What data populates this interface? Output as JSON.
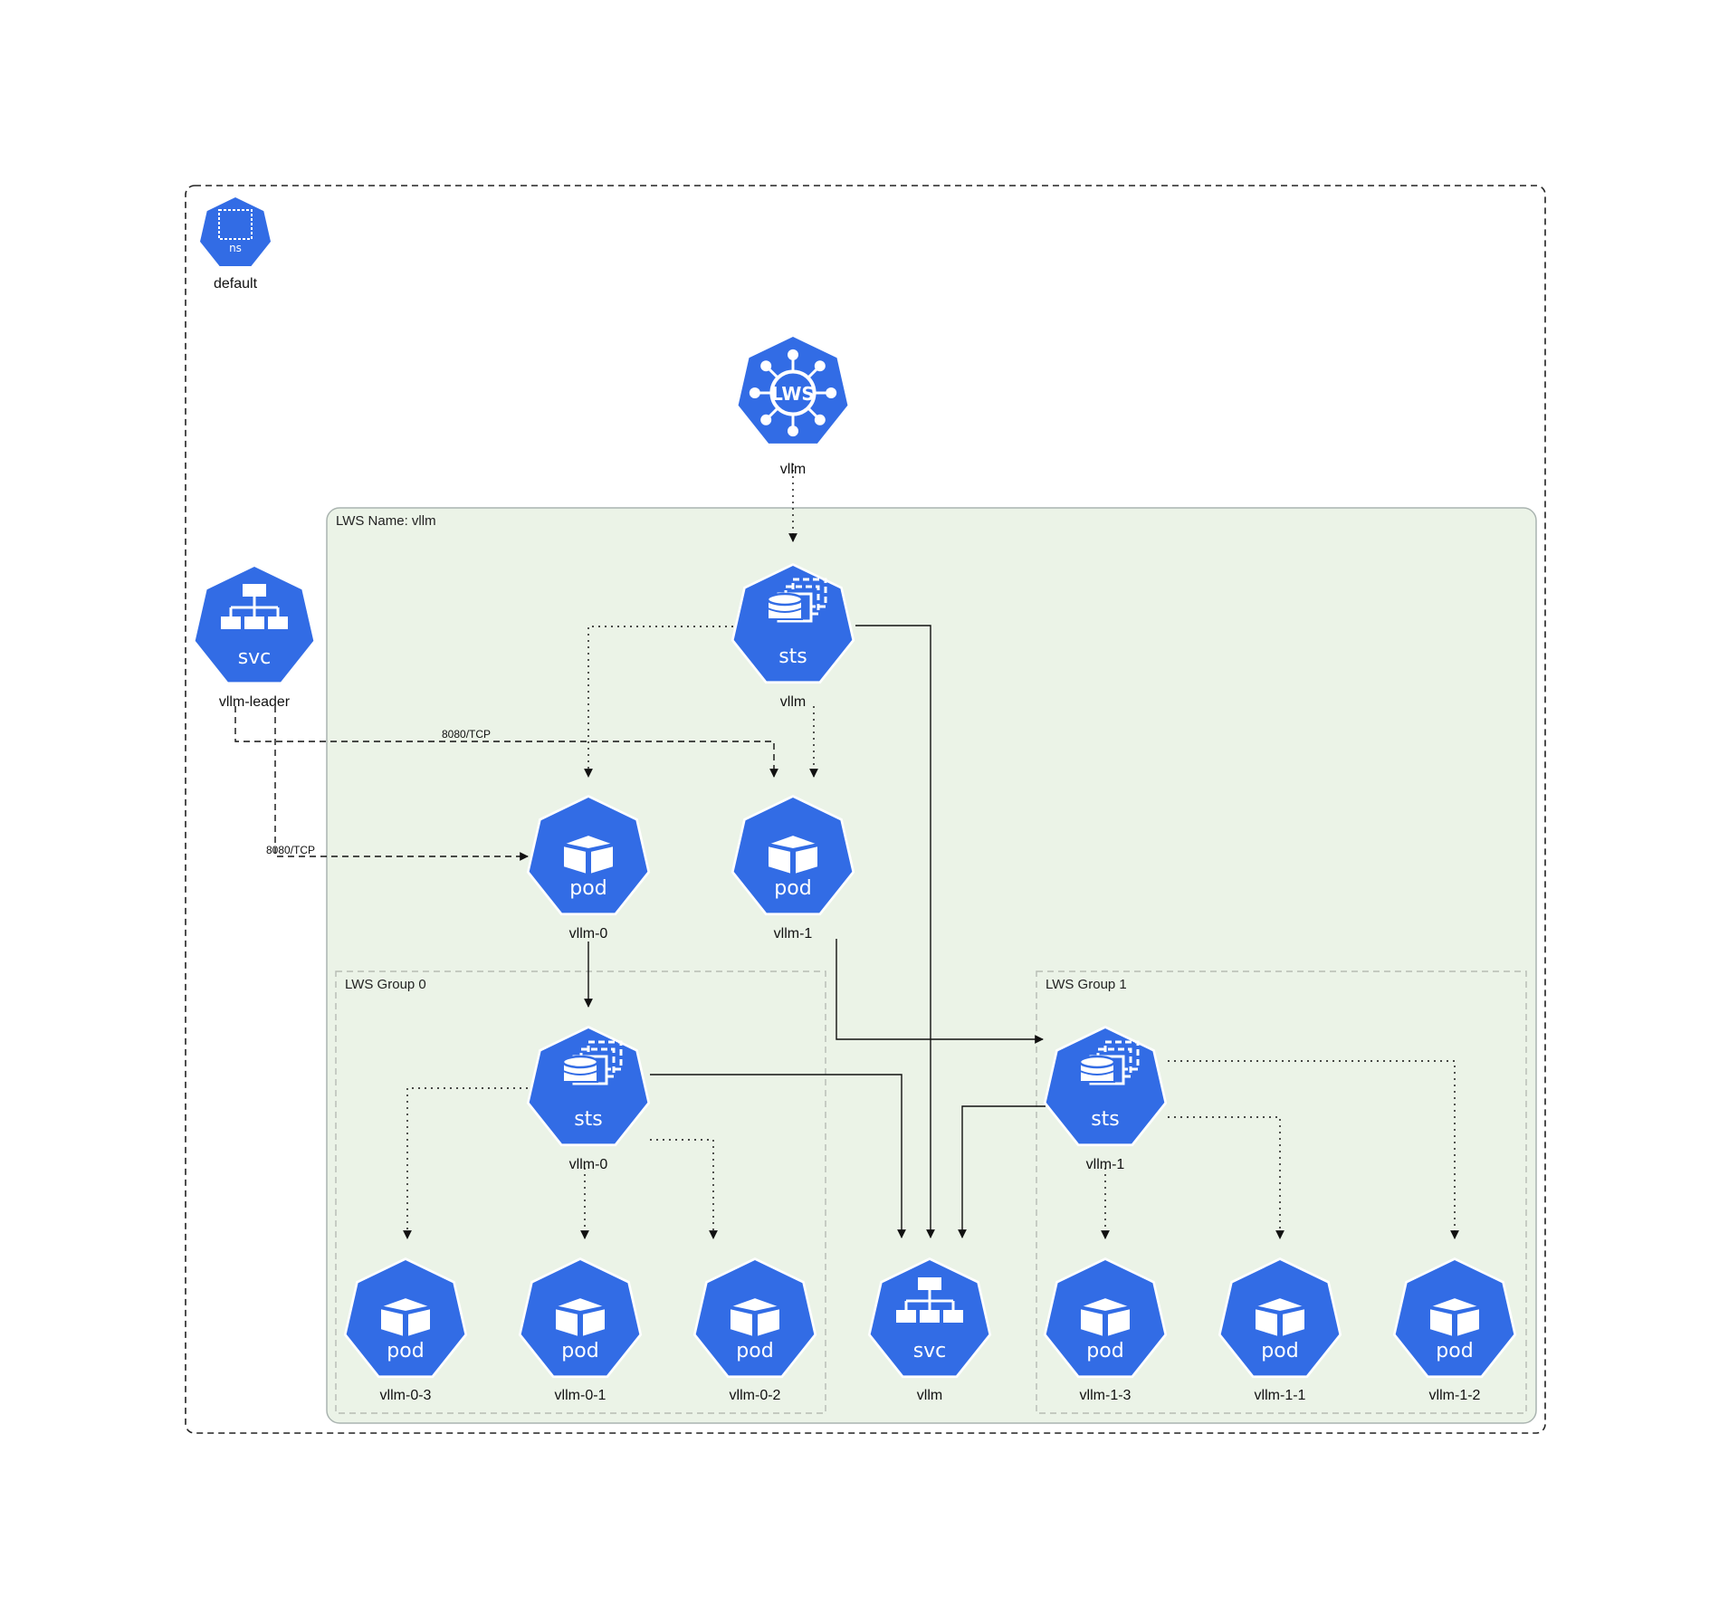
{
  "colors": {
    "icon_fill": "#326CE5",
    "lws_cluster_fill": "#EBF3E7",
    "lws_cluster_stroke": "#AAB4B0",
    "group_stroke": "#B7BCB4"
  },
  "clusters": {
    "namespace_label": "default",
    "lws_label": "LWS Name: vllm",
    "group0_label": "LWS Group 0",
    "group1_label": "LWS Group 1"
  },
  "nodes": {
    "ns": {
      "icon": "ns-icon",
      "badge": "ns",
      "label": "default"
    },
    "lws": {
      "icon": "lws-icon",
      "badge": "LWS",
      "label": "vllm"
    },
    "svc_leader": {
      "icon": "svc-icon",
      "badge": "svc",
      "label": "vllm-leader"
    },
    "sts_top": {
      "icon": "sts-icon",
      "badge": "sts",
      "label": "vllm"
    },
    "pod_vllm0": {
      "icon": "pod-icon",
      "badge": "pod",
      "label": "vllm-0"
    },
    "pod_vllm1": {
      "icon": "pod-icon",
      "badge": "pod",
      "label": "vllm-1"
    },
    "sts_group0": {
      "icon": "sts-icon",
      "badge": "sts",
      "label": "vllm-0"
    },
    "sts_group1": {
      "icon": "sts-icon",
      "badge": "sts",
      "label": "vllm-1"
    },
    "pod_03": {
      "icon": "pod-icon",
      "badge": "pod",
      "label": "vllm-0-3"
    },
    "pod_01": {
      "icon": "pod-icon",
      "badge": "pod",
      "label": "vllm-0-1"
    },
    "pod_02": {
      "icon": "pod-icon",
      "badge": "pod",
      "label": "vllm-0-2"
    },
    "svc_vllm": {
      "icon": "svc-icon",
      "badge": "svc",
      "label": "vllm"
    },
    "pod_13": {
      "icon": "pod-icon",
      "badge": "pod",
      "label": "vllm-1-3"
    },
    "pod_11": {
      "icon": "pod-icon",
      "badge": "pod",
      "label": "vllm-1-1"
    },
    "pod_12": {
      "icon": "pod-icon",
      "badge": "pod",
      "label": "vllm-1-2"
    }
  },
  "edges": {
    "leader_to_vllm1_port": "8080/TCP",
    "leader_to_vllm0_port": "8080/TCP"
  }
}
